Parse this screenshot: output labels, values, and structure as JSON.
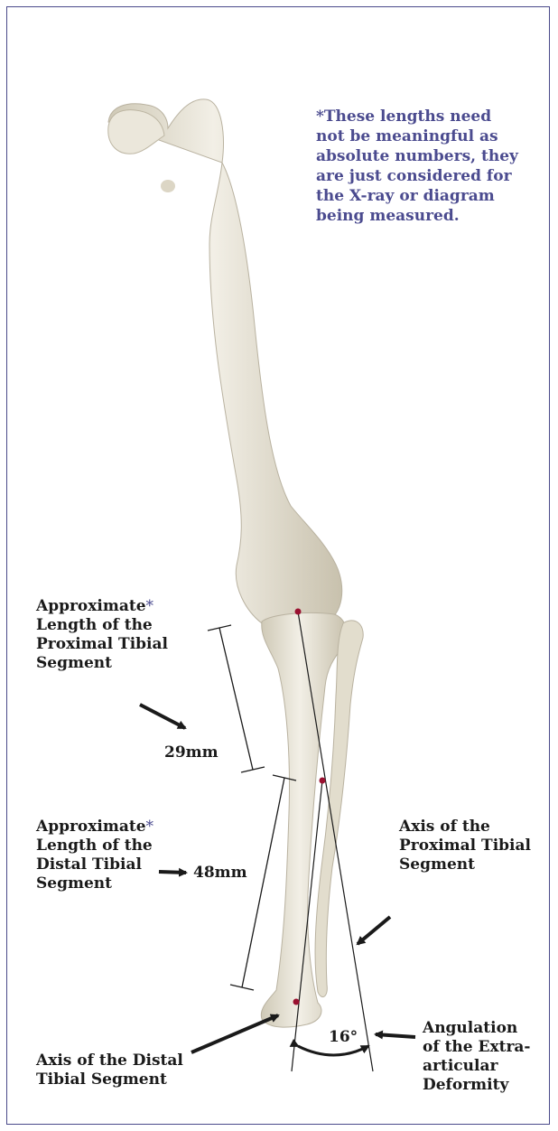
{
  "note": {
    "lines": [
      "*These lengths need",
      "not be meaningful as",
      "absolute numbers, they",
      "are just considered for",
      "the X-ray or diagram",
      "being measured."
    ]
  },
  "labels": {
    "proximal_length": {
      "word": "Approximate",
      "star": "*",
      "lines": [
        "Length of the",
        "Proximal Tibial",
        "Segment"
      ]
    },
    "proximal_mm": "29mm",
    "distal_length": {
      "word": "Approximate",
      "star": "*",
      "lines": [
        "Length of the",
        "Distal Tibial",
        "Segment"
      ]
    },
    "distal_mm": "48mm",
    "axis_proximal": [
      "Axis of the",
      "Proximal Tibial",
      "Segment"
    ],
    "axis_distal": [
      "Axis of the Distal",
      "Tibial Segment"
    ],
    "angle_value": "16°",
    "angulation": [
      "Angulation",
      "of the Extra-",
      "articular",
      "Deformity"
    ]
  },
  "colors": {
    "frame": "#4a4a8a",
    "note_text": "#4b4b8f",
    "bone": "#e9e5d8",
    "bone_shadow": "#c9c3b0",
    "marker": "#9a1030",
    "ink": "#1a1a1a"
  }
}
